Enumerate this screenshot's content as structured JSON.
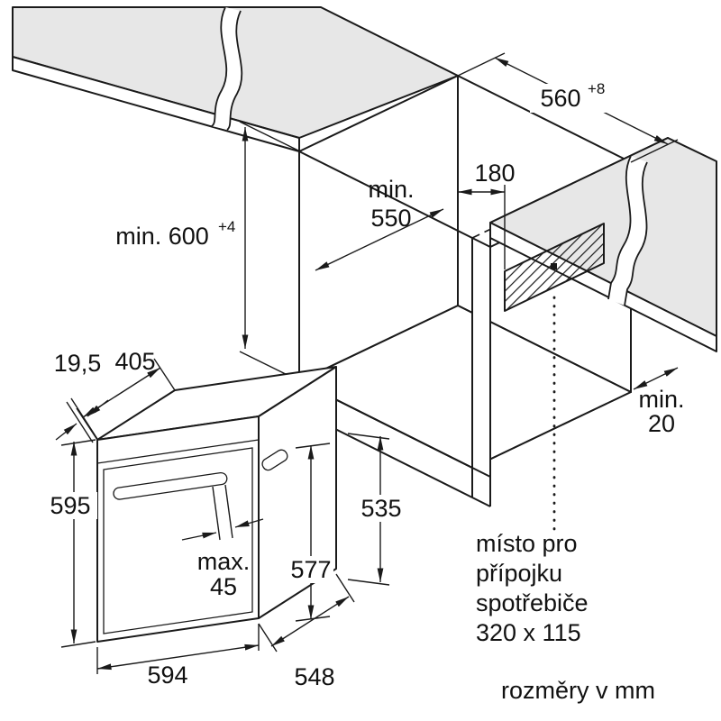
{
  "page": {
    "footer_note": "rozměry v mm"
  },
  "niche_view": {
    "dim_width": {
      "value": "560",
      "tolerance": "+8"
    },
    "dim_height": {
      "value": "min. 600",
      "tolerance": "+4"
    },
    "dim_depth": {
      "word": "min.",
      "value": "550"
    },
    "dim_connection_offset": {
      "value": "180"
    },
    "dim_back_clearance": {
      "word": "min.",
      "value": "20"
    },
    "connection_area_note": [
      "místo pro",
      "přípojku",
      "spotřebiče",
      "320 x 115"
    ]
  },
  "oven_view": {
    "dim_door_panel": {
      "value": "19,5"
    },
    "dim_top_depth": {
      "value": "405"
    },
    "dim_height": {
      "value": "595"
    },
    "dim_handle_clearance": {
      "word": "max.",
      "value": "45"
    },
    "dim_body_height": {
      "value": "577"
    },
    "dim_side_height": {
      "value": "535"
    },
    "dim_width": {
      "value": "594"
    },
    "dim_depth": {
      "value": "548"
    }
  },
  "colors": {
    "line": "#1a1a1a",
    "counter_fill": "#e7e7e7",
    "paper": "#ffffff"
  }
}
